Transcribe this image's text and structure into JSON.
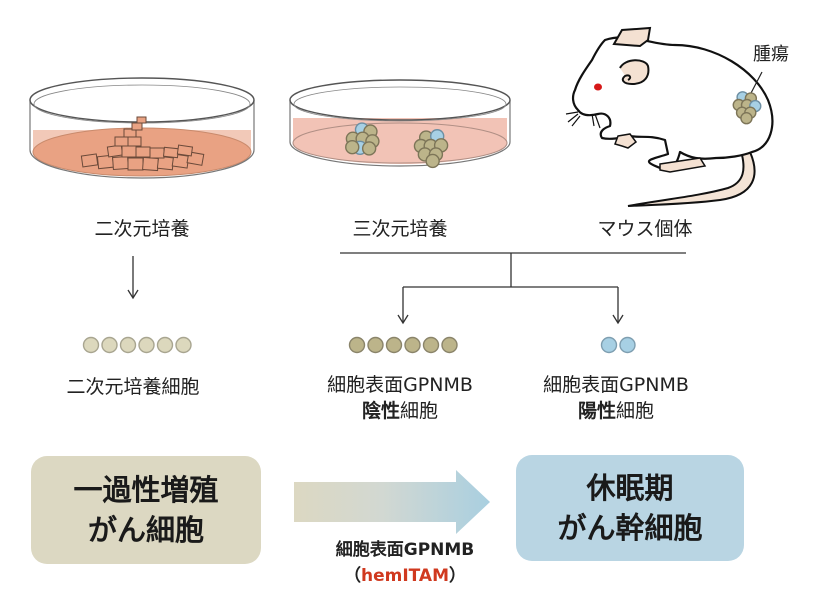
{
  "title": "GPNMB陽性がん幹細胞の同定",
  "stages": {
    "culture_2d": {
      "label": "二次元培養",
      "cells_label": "二次元培養細胞",
      "cell_count": 6
    },
    "culture_3d": {
      "label": "三次元培養"
    },
    "mouse": {
      "label": "マウス個体",
      "tumor_label": "腫瘍"
    }
  },
  "cell_groups": {
    "negative": {
      "line1": "細胞表面GPNMB",
      "line2_bold": "陰性",
      "line2_rest": "細胞",
      "cell_count": 6
    },
    "positive": {
      "line1": "細胞表面GPNMB",
      "line2_bold": "陽性",
      "line2_rest": "細胞",
      "cell_count": 2
    }
  },
  "bottom": {
    "left_box": {
      "line1": "一過性増殖",
      "line2": "がん細胞"
    },
    "right_box": {
      "line1": "休眠期",
      "line2": "がん幹細胞"
    },
    "arrow_caption_line1": "細胞表面GPNMB",
    "arrow_caption_open": "（",
    "arrow_caption_highlight": "hemITAM",
    "arrow_caption_close": "）"
  },
  "colors": {
    "medium_2d": "#e9a283",
    "medium_3d": "#f2c3b6",
    "negative_cell": "#bcb48a",
    "positive_cell": "#a7d0e4",
    "pale_cell": "#dcd8bd",
    "left_box": "#dcd8c2",
    "right_box": "#b9d5e3",
    "highlight": "#d0391f",
    "mouse_eye": "#d61818"
  }
}
